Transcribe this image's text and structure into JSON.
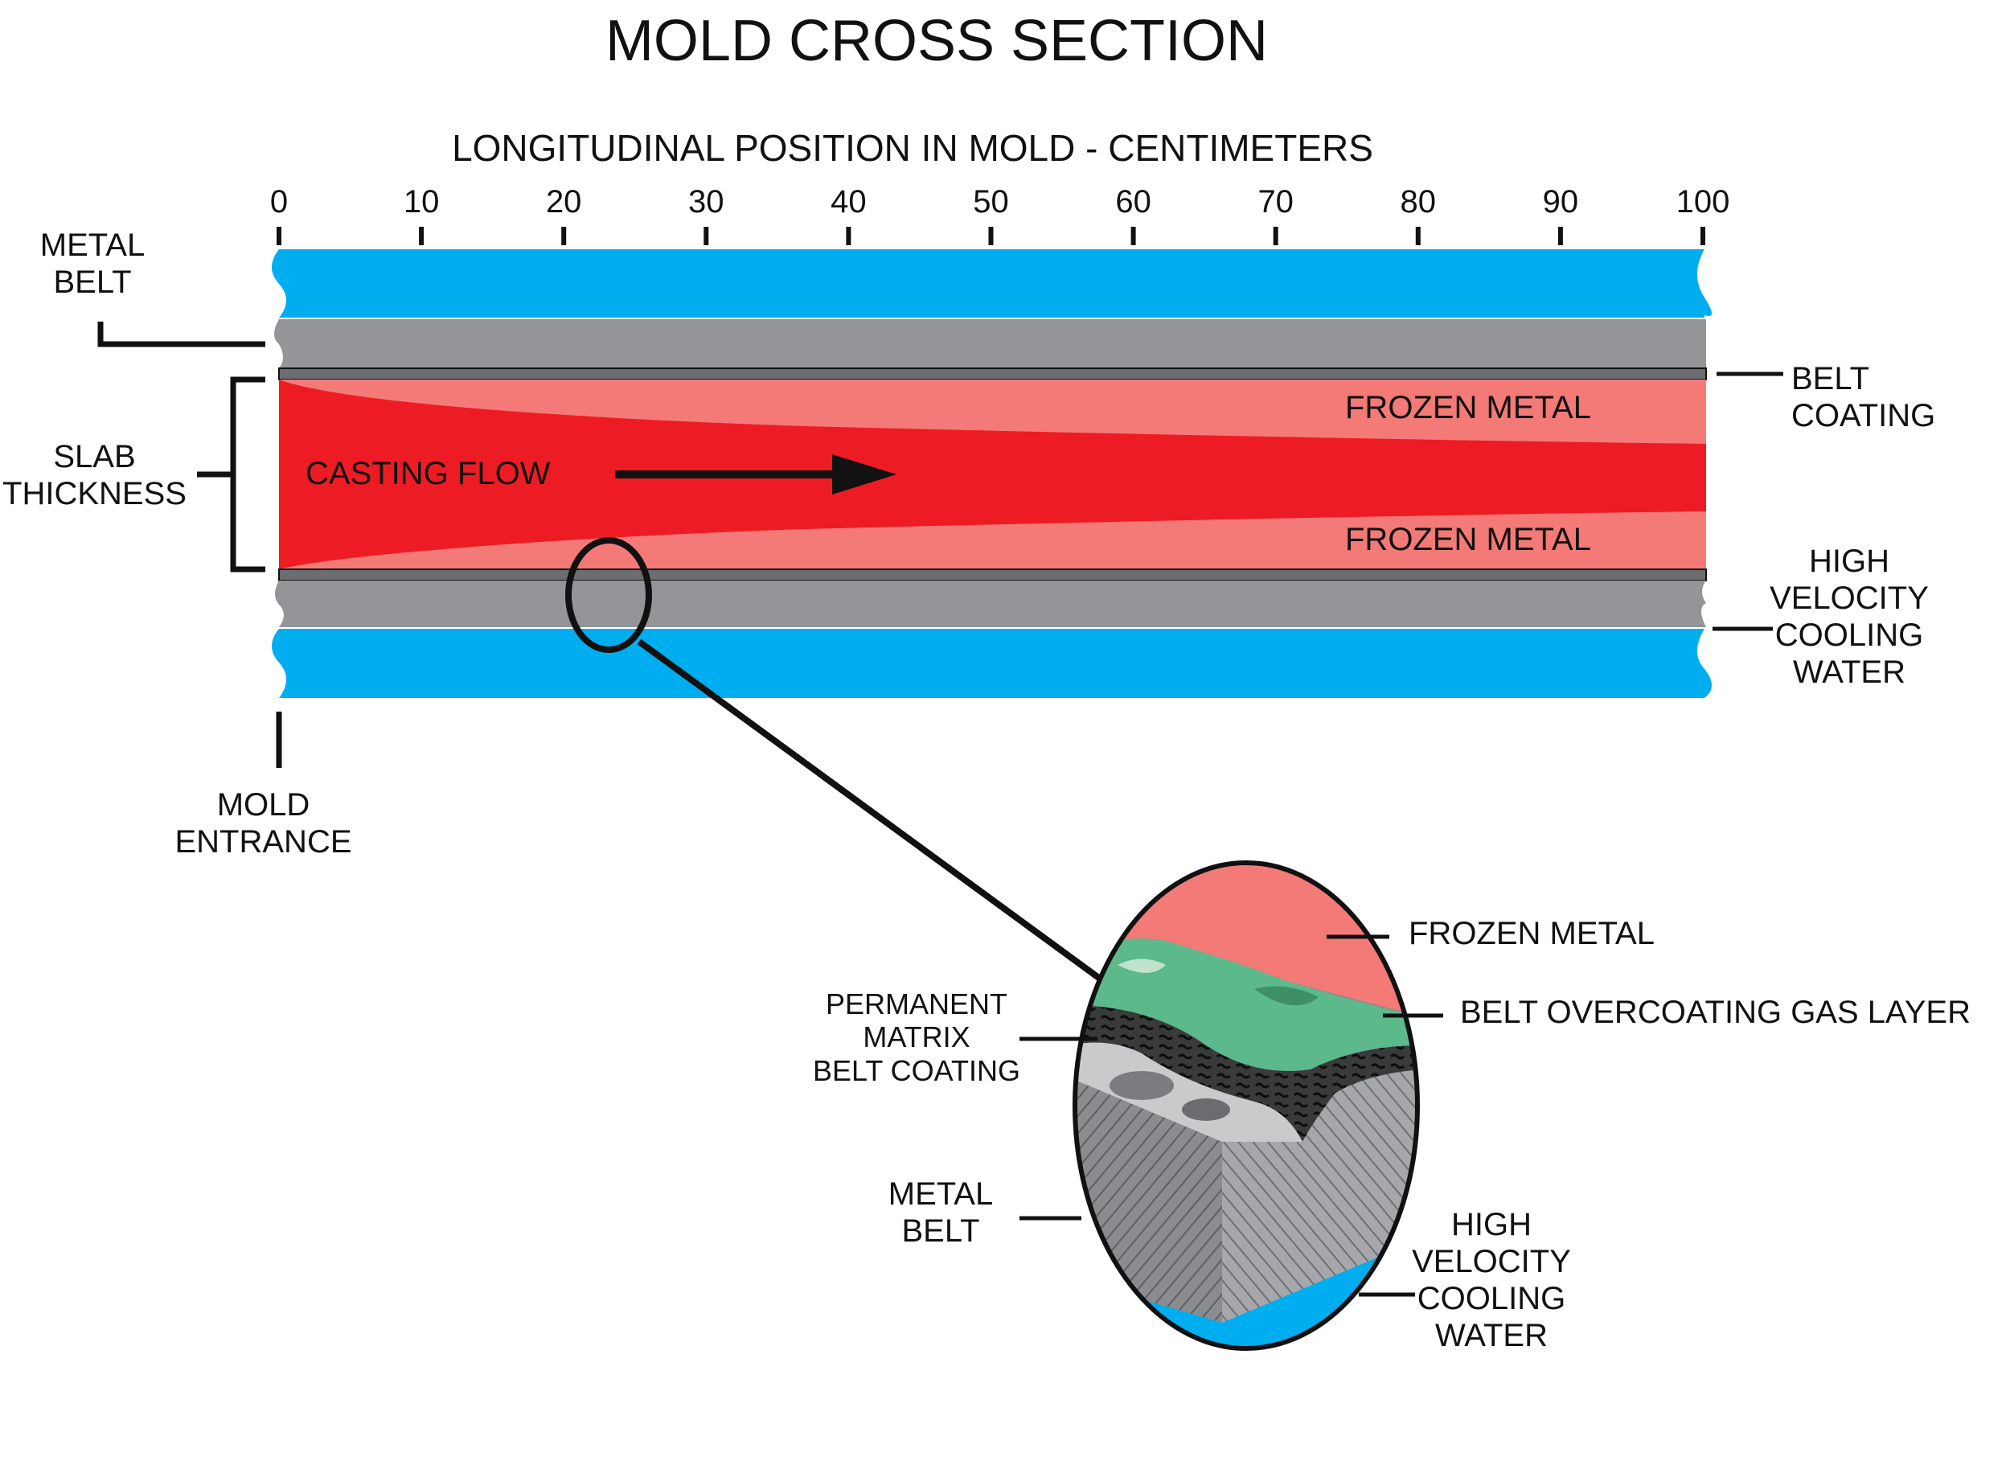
{
  "title": "MOLD CROSS SECTION",
  "axis": {
    "label": "LONGITUDINAL POSITION IN MOLD - CENTIMETERS",
    "ticks": [
      "0",
      "10",
      "20",
      "30",
      "40",
      "50",
      "60",
      "70",
      "80",
      "90",
      "100"
    ]
  },
  "labels": {
    "metal_belt_top": "METAL\nBELT",
    "slab_thickness": "SLAB\nTHICKNESS",
    "mold_entrance": "MOLD\nENTRANCE",
    "casting_flow": "CASTING FLOW",
    "frozen_metal_top": "FROZEN METAL",
    "frozen_metal_bottom": "FROZEN METAL",
    "belt_coating": "BELT COATING",
    "cooling_water_right": "HIGH\nVELOCITY\nCOOLING\nWATER"
  },
  "detail": {
    "frozen_metal": "FROZEN METAL",
    "gas_layer": "BELT OVERCOATING GAS LAYER",
    "permanent_matrix": "PERMANENT\nMATRIX\nBELT COATING",
    "metal_belt": "METAL\nBELT",
    "cooling_water": "HIGH\nVELOCITY\nCOOLING\nWATER"
  },
  "colors": {
    "water": "#00AEEF",
    "belt": "#939598",
    "molten": "#ED1C24",
    "frozen": "#F37A77",
    "gas": "#5BB98B",
    "line": "#111111"
  }
}
